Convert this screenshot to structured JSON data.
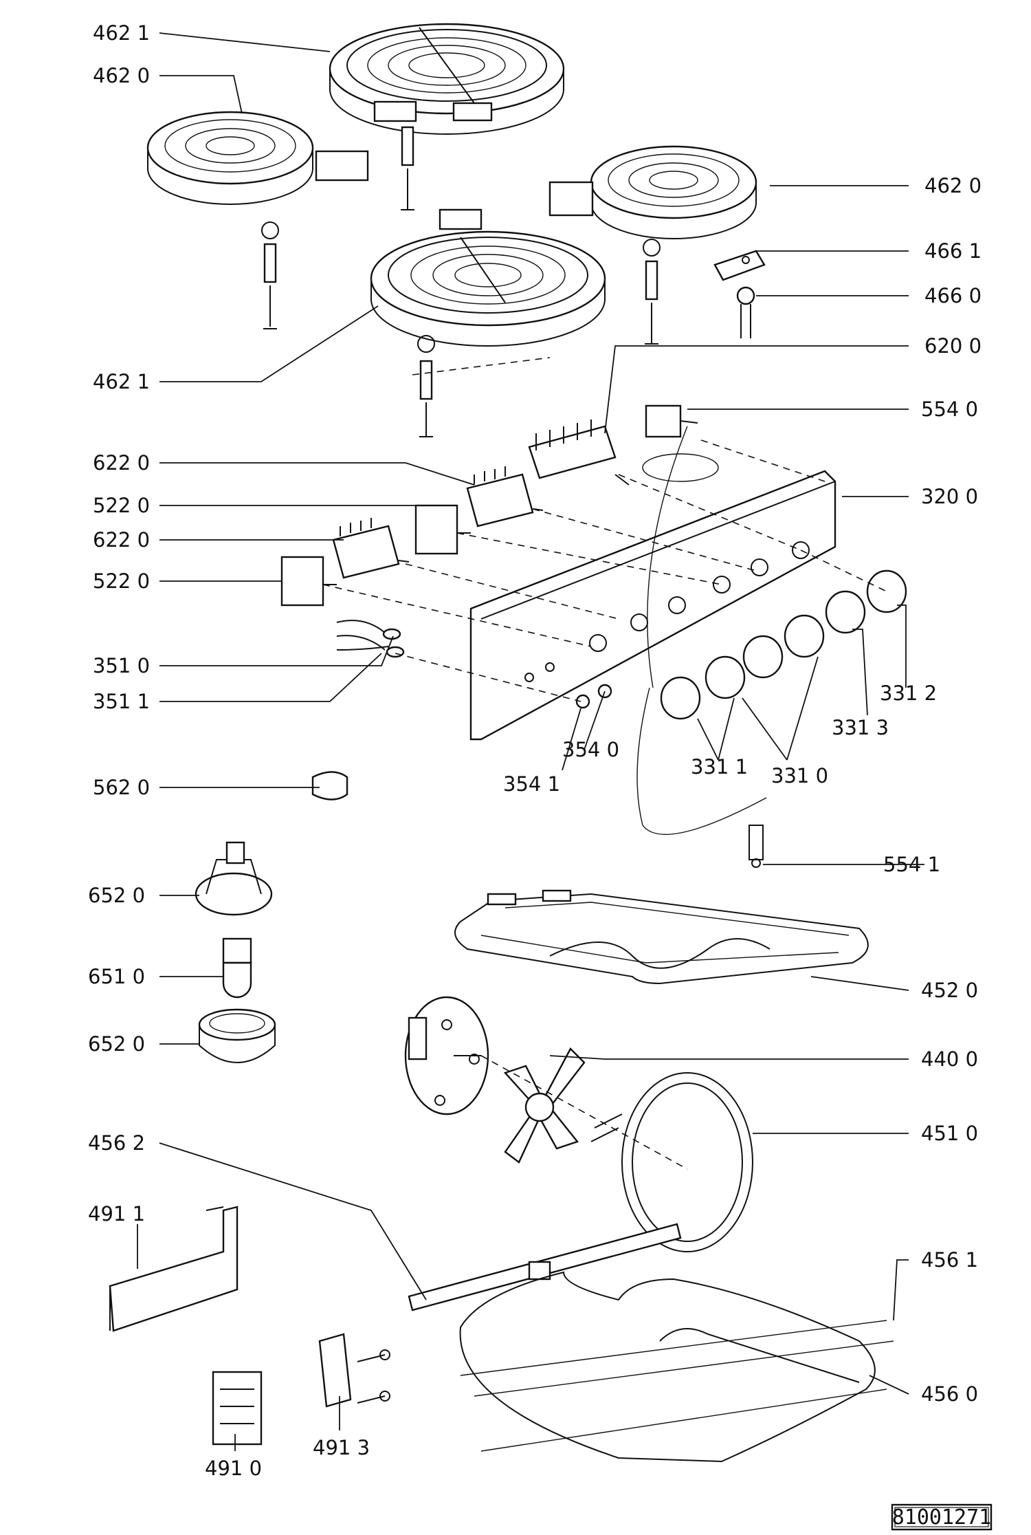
{
  "labels": {
    "surface_element_top": "462 1",
    "surface_element_left": "462 0",
    "surface_element_right": "462 0",
    "bracket": "466 1",
    "indicator_lamp": "466 0",
    "surface_element_front": "462 1",
    "selector_switch_oven": "620 0",
    "thermostat": "554 0",
    "control_panel": "320 0",
    "energy_regulator_a": "622 0",
    "switch_a": "522 0",
    "energy_regulator_b": "622 0",
    "switch_b": "522 0",
    "cable_a": "351 0",
    "cable_b": "351 1",
    "neon_a": "354 0",
    "neon_b": "354 1",
    "knob_a": "331 1",
    "knob_b": "331 0",
    "knob_c": "331 3",
    "knob_d": "331 2",
    "clip": "562 0",
    "thermostat_bulb_clip": "554 1",
    "lamp_holder": "652 0",
    "lamp_bulb": "651 0",
    "lamp_cover": "652 0",
    "grill_element": "452 0",
    "fan_motor": "440 0",
    "circular_element": "451 0",
    "element_bracket": "456 2",
    "lower_element": "456 1",
    "lower_element_b": "456 0",
    "cover_plate": "491 1",
    "terminal_block": "491 0",
    "terminal_clamp": "491 3"
  },
  "reference_number": "81001271"
}
